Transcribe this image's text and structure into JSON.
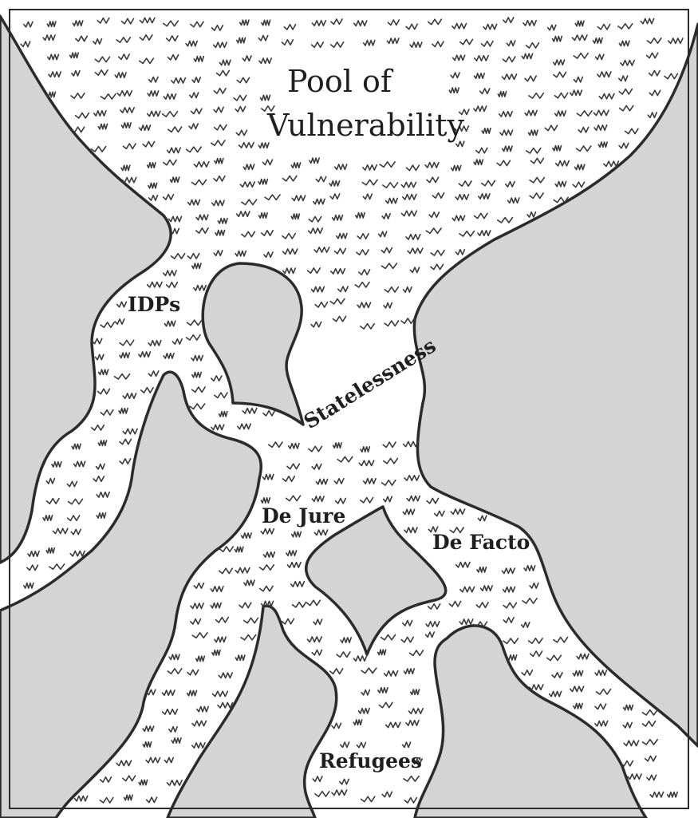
{
  "diagram": {
    "colors": {
      "land": "#d4d4d4",
      "water": "#ffffff",
      "outline": "#2b2b2b",
      "text": "#1f1f1f"
    },
    "labels": {
      "pool_line1": "Pool of",
      "pool_line2": "Vulnerability",
      "idps": "IDPs",
      "statelessness": "Statelessness",
      "de_jure": "De Jure",
      "de_facto": "De Facto",
      "refugees": "Refugees"
    }
  }
}
